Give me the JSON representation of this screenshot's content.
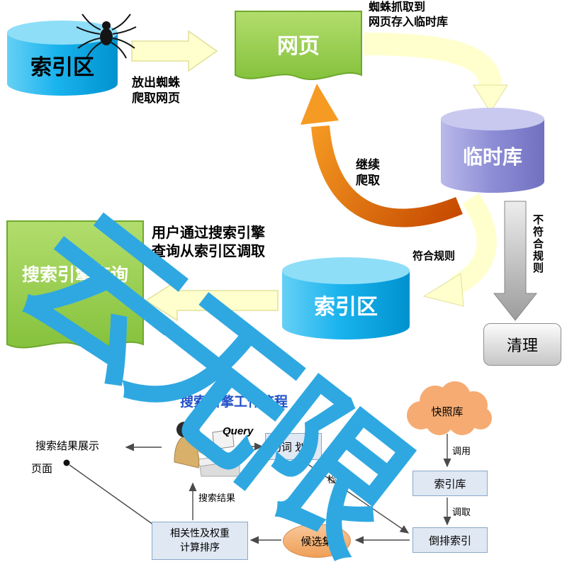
{
  "watermark": {
    "text": "云无限",
    "color": "#2fa8e1"
  },
  "colors": {
    "cylinder_cyan": "#0fb0ec",
    "cylinder_purple": "#8d8dd6",
    "doc_green": "#8cc63e",
    "arrow_yellow": "#ffffcd",
    "arrow_orange": "#e8760c",
    "arrow_gray": "#b8b8b8",
    "node_blue_fill": "#dfe8f3",
    "node_orange_fill": "#f5ab72",
    "title_blue": "#2050c8"
  },
  "top_flow": {
    "source_cylinder_label": "索引区",
    "webpage_label": "网页",
    "temp_cylinder_label": "临时库",
    "index_cylinder_label": "索引区",
    "query_doc_label": "搜索引擎查询",
    "cleanup_label": "清理",
    "spider_note": [
      "放出蜘蛛",
      "爬取网页"
    ],
    "fetch_note": [
      "蜘蛛抓取到",
      "网页存入临时库"
    ],
    "recrawl_note": [
      "继续",
      "爬取"
    ],
    "rule_pass_label": "符合规则",
    "rule_fail_label": "不符合规则",
    "query_note": [
      "用户通过搜索引擎",
      "查询从索引区调取"
    ]
  },
  "bottom_flow": {
    "title": "搜索引擎工作流程",
    "query_label": "Query",
    "segment_box_label": "切词 划词",
    "snapshot_cloud_label": "快照库",
    "index_store_label": "索引库",
    "inverted_index_label": "倒排索引",
    "candidate_set_label": "候选集",
    "rank_box_lines": [
      "相关性及权重",
      "计算排序"
    ],
    "result_note": [
      "搜索结果展示",
      "页面"
    ],
    "edge_labels": {
      "call": "调用",
      "fetch": "调取",
      "retrieve": "检索",
      "return_results": "搜索结果"
    }
  }
}
